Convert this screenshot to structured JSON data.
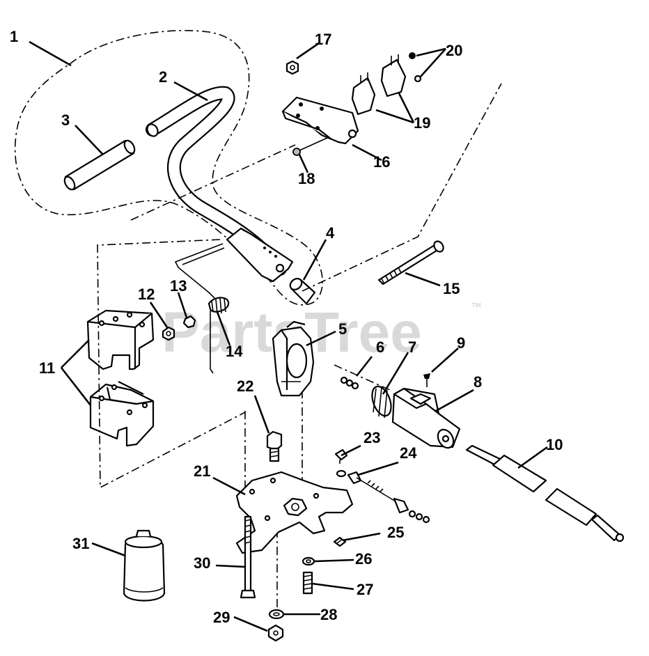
{
  "watermark": {
    "text": "PartsTree",
    "trademark": "™"
  },
  "callouts": [
    {
      "id": "c1",
      "label": "1"
    },
    {
      "id": "c2",
      "label": "2"
    },
    {
      "id": "c3",
      "label": "3"
    },
    {
      "id": "c4",
      "label": "4"
    },
    {
      "id": "c5",
      "label": "5"
    },
    {
      "id": "c6",
      "label": "6"
    },
    {
      "id": "c7",
      "label": "7"
    },
    {
      "id": "c8",
      "label": "8"
    },
    {
      "id": "c9",
      "label": "9"
    },
    {
      "id": "c10",
      "label": "10"
    },
    {
      "id": "c11",
      "label": "11"
    },
    {
      "id": "c12",
      "label": "12"
    },
    {
      "id": "c13",
      "label": "13"
    },
    {
      "id": "c14",
      "label": "14"
    },
    {
      "id": "c15",
      "label": "15"
    },
    {
      "id": "c16",
      "label": "16"
    },
    {
      "id": "c17",
      "label": "17"
    },
    {
      "id": "c18",
      "label": "18"
    },
    {
      "id": "c19",
      "label": "19"
    },
    {
      "id": "c20",
      "label": "20"
    },
    {
      "id": "c21",
      "label": "21"
    },
    {
      "id": "c22",
      "label": "22"
    },
    {
      "id": "c23",
      "label": "23"
    },
    {
      "id": "c24",
      "label": "24"
    },
    {
      "id": "c25",
      "label": "25"
    },
    {
      "id": "c26",
      "label": "26"
    },
    {
      "id": "c27",
      "label": "27"
    },
    {
      "id": "c28",
      "label": "28"
    },
    {
      "id": "c29",
      "label": "29"
    },
    {
      "id": "c30",
      "label": "30"
    },
    {
      "id": "c31",
      "label": "31"
    }
  ]
}
